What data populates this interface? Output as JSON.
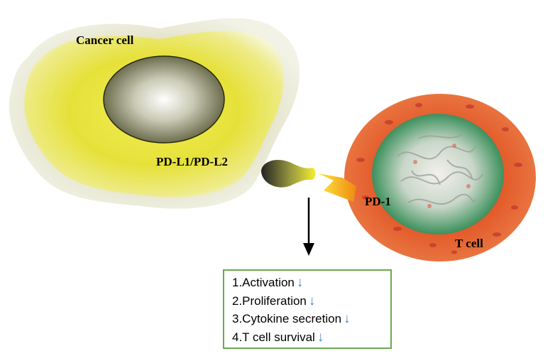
{
  "labels": {
    "cancer_cell": "Cancer cell",
    "ligand": "PD-L1/PD-L2",
    "receptor": "PD-1",
    "t_cell": "T cell"
  },
  "effects": {
    "items": [
      "1.Activation",
      "2.Proliferation",
      "3.Cytokine secretion",
      "4.T cell survival"
    ],
    "arrow_glyph": "↓"
  },
  "colors": {
    "cancer_cell": "#e6e23a",
    "t_cell": "#e0552a",
    "t_cell_nucleus": "#3f8a5e",
    "box_border": "#6aa84f",
    "arrow_blue": "#4a86c8"
  }
}
